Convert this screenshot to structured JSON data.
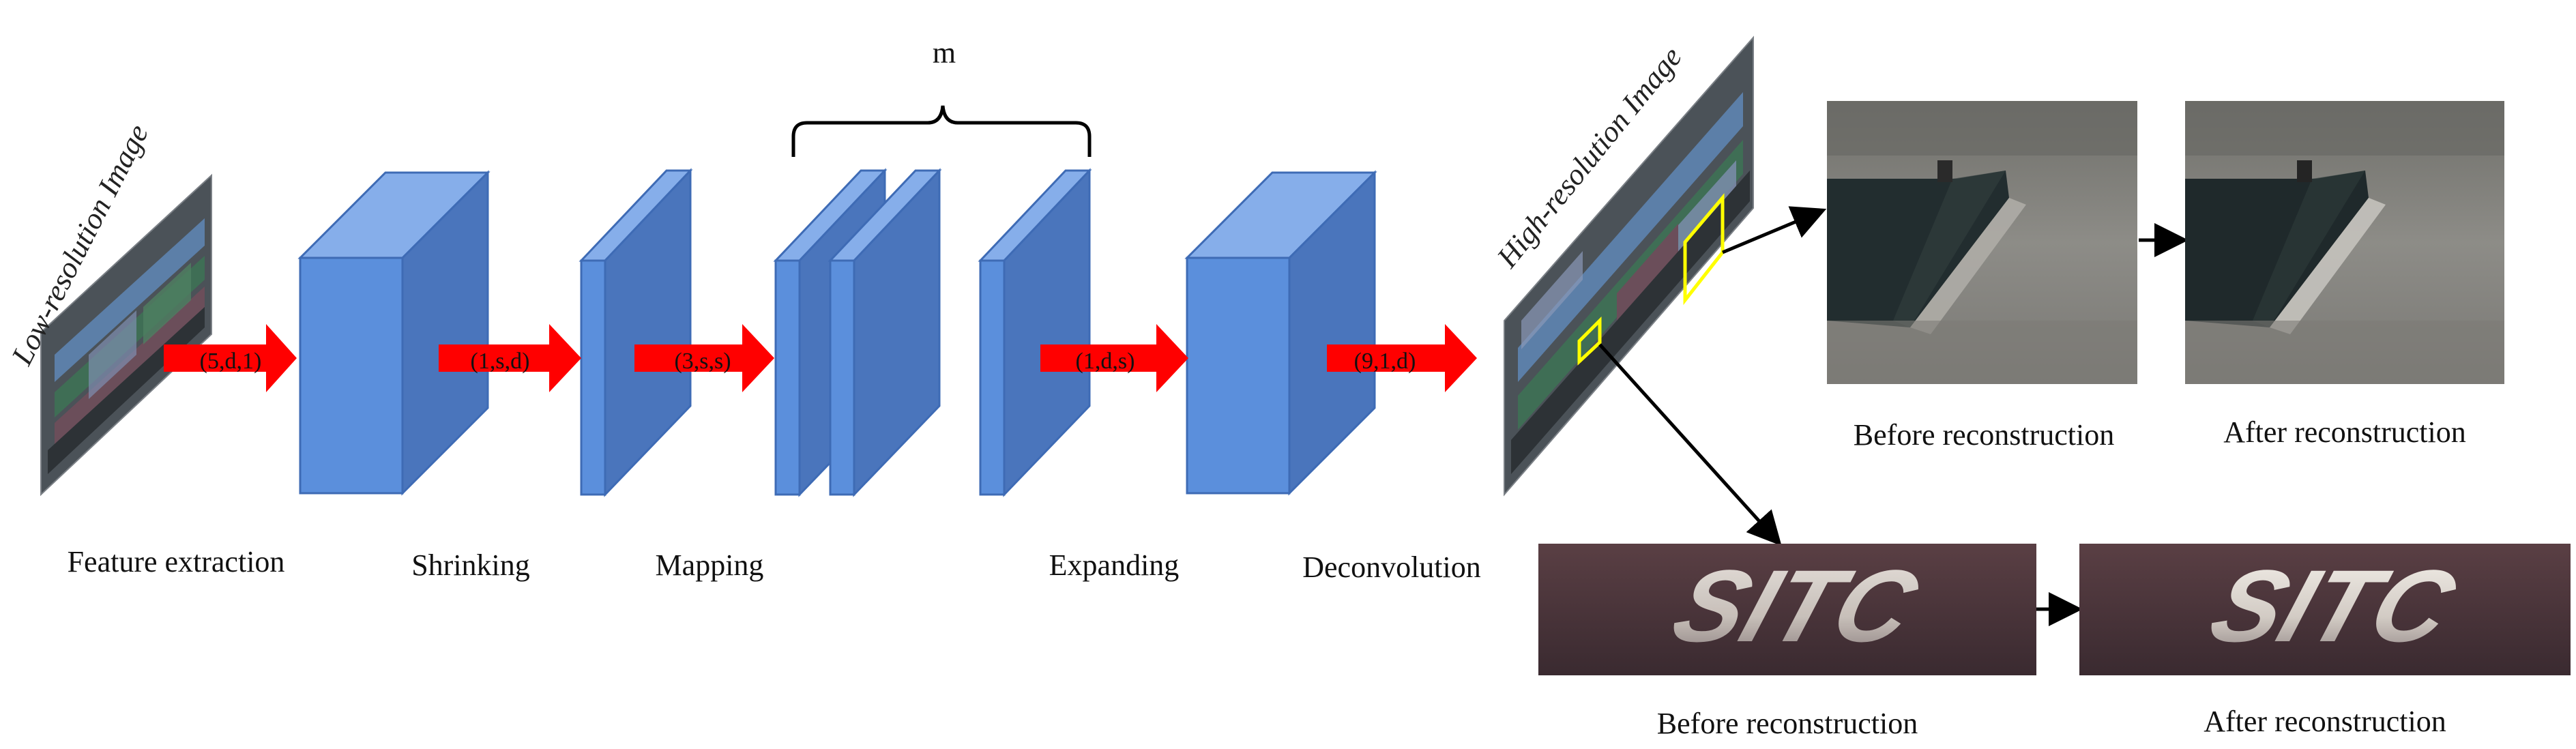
{
  "diagram": {
    "layers": [
      {
        "name": "Feature extraction",
        "params": "(5,d,1)"
      },
      {
        "name": "Shrinking",
        "params": "(1,s,d)"
      },
      {
        "name": "Mapping",
        "params": "(3,s,s)"
      },
      {
        "name": "Expanding",
        "params": "(1,d,s)"
      },
      {
        "name": "Deconvolution",
        "params": "(9,1,d)"
      }
    ],
    "mapping_repeat_label": "m",
    "input_image_label": "Low-resolution Image",
    "output_image_label": "High-resolution Image",
    "panels": {
      "top_before": "Before reconstruction",
      "top_after": "After reconstruction",
      "bottom_before": "Before reconstruction",
      "bottom_after": "After reconstruction"
    },
    "crop_text": "SITC"
  },
  "colors": {
    "box_front": "#5b8fdc",
    "box_side": "#4a75bc",
    "box_top": "#86aeea",
    "box_edge": "#3e6bb5",
    "arrow": "#ff0000",
    "highlight": "#ffff00",
    "connector": "#000000"
  }
}
